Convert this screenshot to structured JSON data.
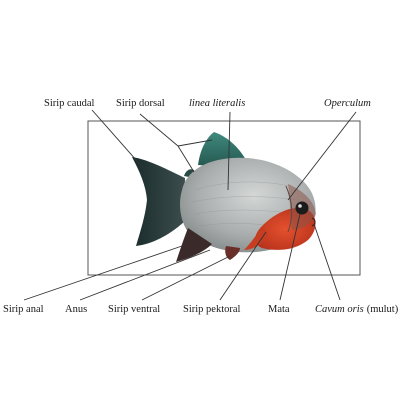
{
  "labels": {
    "sirip_caudal": "Sirip caudal",
    "sirip_dorsal": "Sirip dorsal",
    "linea_literalis": "linea literalis",
    "operculum": "Operculum",
    "sirip_anal": "Sirip anal",
    "anus": "Anus",
    "sirip_ventral": "Sirip ventral",
    "sirip_pektoral": "Sirip pektoral",
    "mata": "Mata",
    "cavum_oris": "Cavum oris",
    "cavum_oris_note": "(mulut)"
  },
  "colors": {
    "fin_dark": "#1f3434",
    "dorsal_teal": "#2f6b62",
    "body_silver": "#a9adad",
    "belly_red": "#cf3a24",
    "head_orange": "#d9552c",
    "leader_line": "#333333"
  }
}
